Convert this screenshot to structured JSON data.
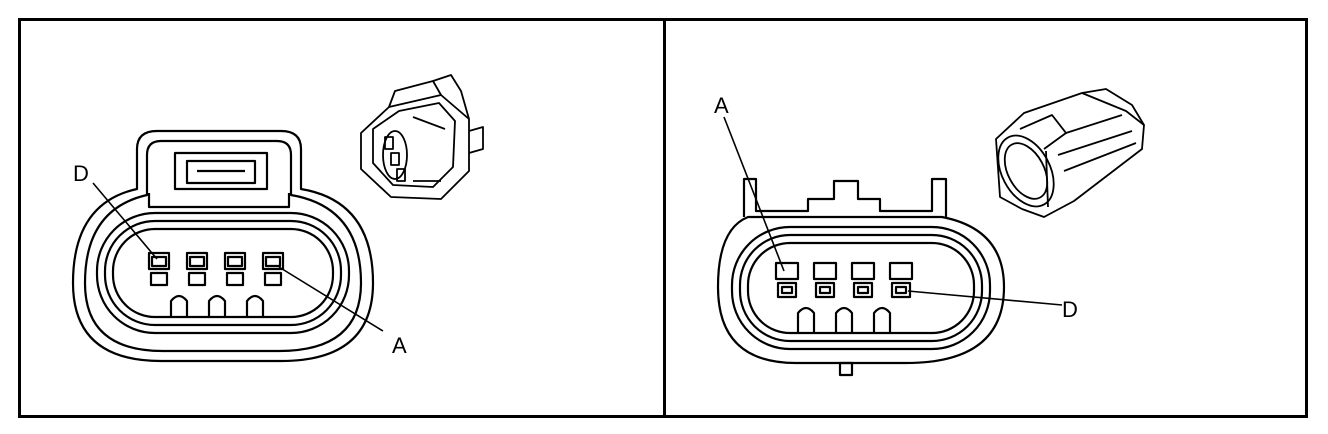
{
  "colors": {
    "line": "#000000",
    "background": "#ffffff"
  },
  "left_panel": {
    "callouts": {
      "top": "D",
      "bottom": "A"
    }
  },
  "right_panel": {
    "callouts": {
      "top": "A",
      "bottom": "D"
    }
  }
}
